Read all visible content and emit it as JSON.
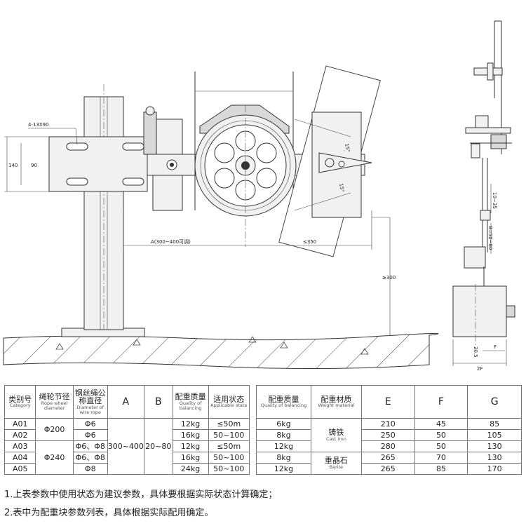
{
  "drawing": {
    "labels": {
      "holes": "4-13X90",
      "h140": "140",
      "h90": "90",
      "a_dim": "A(300~400可调)",
      "le350": "≤350",
      "ge300": "≥300",
      "angle_top": "15°",
      "angle_bottom": "15°",
      "d10_35": "10~35",
      "b_dim": "B=50~80",
      "f_dim": "F",
      "d20_5": "20.5",
      "d2f": "2F"
    }
  },
  "table1": {
    "headers": [
      {
        "zh": "类别号",
        "en": "Category"
      },
      {
        "zh": "绳轮节径",
        "en": "Rope wheel diameter"
      },
      {
        "zh": "钢丝绳公称直径",
        "en": "Diameter of wire rope"
      },
      {
        "zh": "A",
        "en": ""
      },
      {
        "zh": "B",
        "en": ""
      },
      {
        "zh": "配重质量",
        "en": "Quality of balancing"
      },
      {
        "zh": "适用状态",
        "en": "Applicable state"
      }
    ],
    "rows": [
      {
        "category": "A01",
        "rope": "Φ6",
        "mass": "12kg",
        "state": "≤50m"
      },
      {
        "category": "A02",
        "rope": "Φ6",
        "mass": "16kg",
        "state": "50~100"
      },
      {
        "category": "A03",
        "rope": "Φ6、Φ8",
        "mass": "12kg",
        "state": "≤50m"
      },
      {
        "category": "A04",
        "rope": "Φ6、Φ8",
        "mass": "16kg",
        "state": "50~100"
      },
      {
        "category": "A05",
        "rope": "Φ8",
        "mass": "24kg",
        "state": "50~100"
      }
    ],
    "wheel_1": "Φ200",
    "wheel_2": "Φ240",
    "a_value": "300~400",
    "b_value": "20~80"
  },
  "table2": {
    "headers": [
      {
        "zh": "配重质量",
        "en": "Quality of balancing"
      },
      {
        "zh": "配重材质",
        "en": "Weight material"
      },
      {
        "zh": "E",
        "en": ""
      },
      {
        "zh": "F",
        "en": ""
      },
      {
        "zh": "G",
        "en": ""
      }
    ],
    "rows": [
      {
        "mass": "6kg",
        "e": "210",
        "f": "45",
        "g": "85"
      },
      {
        "mass": "8kg",
        "e": "250",
        "f": "50",
        "g": "105"
      },
      {
        "mass": "12kg",
        "e": "280",
        "f": "50",
        "g": "130"
      },
      {
        "mass": "8kg",
        "e": "265",
        "f": "70",
        "g": "130"
      },
      {
        "mass": "12kg",
        "e": "265",
        "f": "85",
        "g": "170"
      }
    ],
    "material_1": {
      "zh": "铸铁",
      "en": "Cast iron"
    },
    "material_2": {
      "zh": "重晶石",
      "en": "Barite"
    }
  },
  "notes": [
    "1.上表参数中使用状态为建议参数，具体要根据实际状态计算确定；",
    "2.表中为配重块参数列表，具体根据实际配用确定。"
  ]
}
